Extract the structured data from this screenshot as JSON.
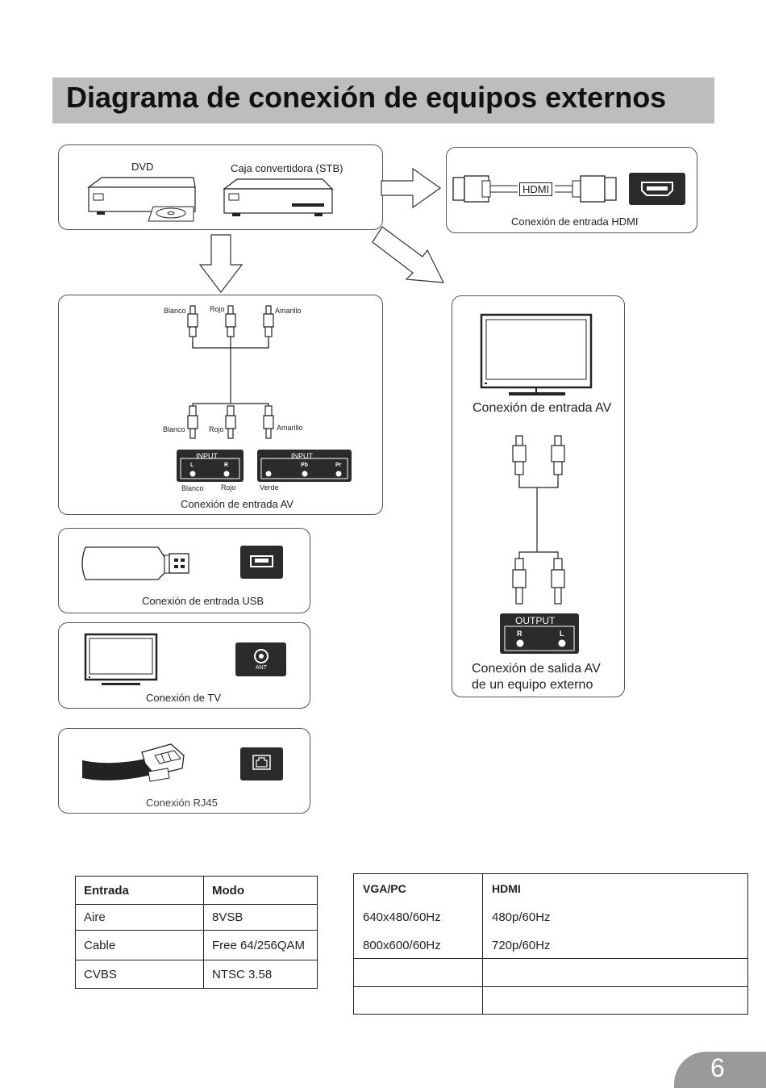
{
  "title": "Diagrama de conexión de equipos externos",
  "sources": {
    "dvd": "DVD",
    "stb": "Caja convertidora (STB)"
  },
  "hdmi": {
    "cable_label": "HDMI",
    "caption": "Conexión de entrada HDMI"
  },
  "av_in": {
    "top_labels": [
      "Blanco",
      "Rojo",
      "Amarillo"
    ],
    "mid_labels": [
      "Blanco",
      "Rojo",
      "Amarillo"
    ],
    "input_left": {
      "title": "INPUT",
      "ports": [
        "L",
        "R"
      ]
    },
    "input_right": {
      "title": "INPUT",
      "ports": [
        "Pb",
        "Pr"
      ]
    },
    "bottom_labels": [
      "Blanco",
      "Rojo",
      "Verde"
    ],
    "caption": "Conexión de entrada AV"
  },
  "usb": {
    "caption": "Conexión de entrada USB"
  },
  "tv": {
    "caption": "Conexión de TV",
    "ant_label": "ANT"
  },
  "rj45": {
    "caption": "Conexión RJ45"
  },
  "av_out": {
    "top_caption": "Conexión de entrada AV",
    "output": {
      "title": "OUTPUT",
      "ports": [
        "R",
        "L"
      ]
    },
    "caption_line1": "Conexión de salida AV",
    "caption_line2": "de un equipo externo"
  },
  "table_left": {
    "headers": [
      "Entrada",
      "Modo"
    ],
    "rows": [
      [
        "Aire",
        "8VSB"
      ],
      [
        "Cable",
        "Free 64/256QAM"
      ],
      [
        "CVBS",
        "NTSC 3.58"
      ]
    ]
  },
  "table_right": {
    "headers": [
      "VGA/PC",
      "HDMI"
    ],
    "rows": [
      [
        "640x480/60Hz",
        "480p/60Hz"
      ],
      [
        "800x600/60Hz",
        "720p/60Hz"
      ]
    ]
  },
  "page_number": "6"
}
